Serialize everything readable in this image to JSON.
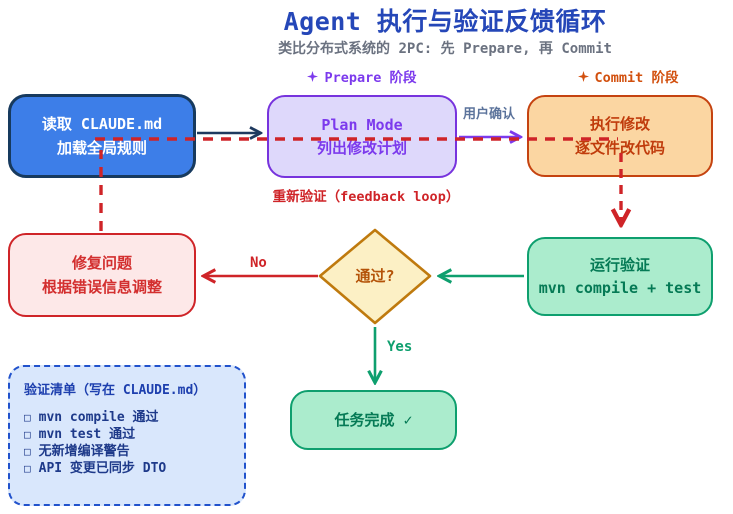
{
  "header": {
    "title": "Agent 执行与验证反馈循环",
    "subtitle": "类比分布式系统的 2PC: 先 Prepare, 再 Commit"
  },
  "stages": {
    "prepare": "Prepare 阶段",
    "commit": "Commit 阶段"
  },
  "nodes": {
    "read_claude": {
      "line1": "读取 CLAUDE.md",
      "line2": "加载全局规则"
    },
    "plan_mode": {
      "line1": "Plan Mode",
      "line2": "列出修改计划"
    },
    "execute": {
      "line1": "执行修改",
      "line2": "逐文件改代码"
    },
    "verify": {
      "line1": "运行验证",
      "line2": "mvn compile + test"
    },
    "decision": {
      "label": "通过?"
    },
    "fix": {
      "line1": "修复问题",
      "line2": "根据错误信息调整"
    },
    "done": {
      "label": "任务完成 ✓"
    }
  },
  "edges": {
    "user_confirm": "用户确认",
    "feedback": "重新验证（feedback loop）",
    "no": "No",
    "yes": "Yes"
  },
  "checklist": {
    "title": "验证清单（写在 CLAUDE.md）",
    "bullet": "□",
    "items": [
      "mvn compile 通过",
      "mvn test 通过",
      "无新增编译警告",
      "API 变更已同步 DTO"
    ]
  },
  "colors": {
    "title_blue": "#2547b8",
    "subtitle_gray": "#6b7280",
    "prepare_purple": "#7c3aed",
    "commit_orange": "#d2500e",
    "node_read_fill": "#3d7ee8",
    "node_read_border": "#173a5e",
    "node_plan_fill": "#ded8fb",
    "node_plan_border": "#7733dd",
    "node_exec_fill": "#fbd6a2",
    "node_exec_border": "#c54310",
    "node_green_fill": "#abeccd",
    "node_green_border": "#0e9f6e",
    "node_fix_fill": "#fde8e8",
    "node_fix_border": "#cf2428",
    "diamond_fill": "#fcf0c5",
    "diamond_border": "#bf7a0e",
    "feedback_red": "#cf2428",
    "arrow_navy": "#1f3a5f",
    "checklist_fill": "#d9e7fc",
    "checklist_border": "#2152cc"
  }
}
